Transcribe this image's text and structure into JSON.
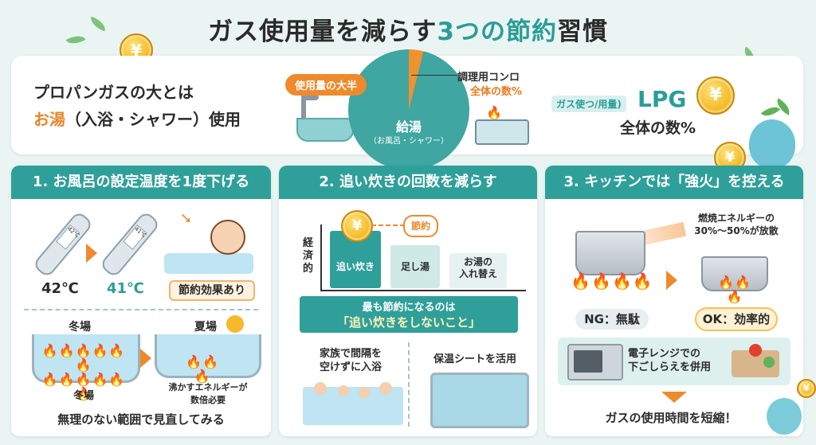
{
  "title": {
    "pre": "ガス使用量を減らす",
    "hl": "3つの節約",
    "post": "習慣"
  },
  "top": {
    "line1": "プロパンガスの大とは",
    "line2_hl": "お湯",
    "line2_rest": "（入浴・シャワー）使用",
    "bubble": "使用量の大半",
    "pie_main": "給湯",
    "pie_sub": "（お風呂・シャワー）",
    "cook_label": "調理用コンロ",
    "cook_share": "全体の数%",
    "lpg_tag": "ガス使つ/用量)",
    "lpg_big": "LPG",
    "lpg_share": "全体の数%",
    "coin_symbol": "¥"
  },
  "panel1": {
    "header": "1. お風呂の設定温度を1度下げる",
    "therm1": "42℃",
    "therm2": "41℃",
    "temp1": "42℃",
    "temp2": "41℃",
    "badge": "節約効果あり",
    "winter": "冬場",
    "summer": "夏場",
    "winter2": "冬場",
    "energy_note1": "沸かすエネルギーが",
    "energy_note2": "数倍必要",
    "footer": "無理のない範囲で見直してみる"
  },
  "panel2": {
    "header": "2. 追い炊きの回数を減らす",
    "ylabel": "経済的",
    "save_tag": "節約",
    "bar1": "追い炊き",
    "bar2": "足し湯",
    "bar3a": "お湯の",
    "bar3b": "入れ替え",
    "banner1": "最も節約になるのは",
    "banner2": "「追い炊きをしないこと」",
    "tip1a": "家族で間隔を",
    "tip1b": "空けずに入浴",
    "tip2": "保温シートを活用"
  },
  "panel3": {
    "header": "3. キッチンでは「強火」を控える",
    "waste1": "燃焼エネルギーの",
    "waste2": "30%〜50%が放散",
    "ng": "NG：無駄",
    "ok": "OK：効率的",
    "mw1": "電子レンジでの",
    "mw2": "下ごしらえを併用",
    "footer": "ガスの使用時間を短縮！"
  },
  "colors": {
    "teal": "#2f9f9a",
    "orange": "#ef8a2c",
    "flame": "#f0552a"
  }
}
